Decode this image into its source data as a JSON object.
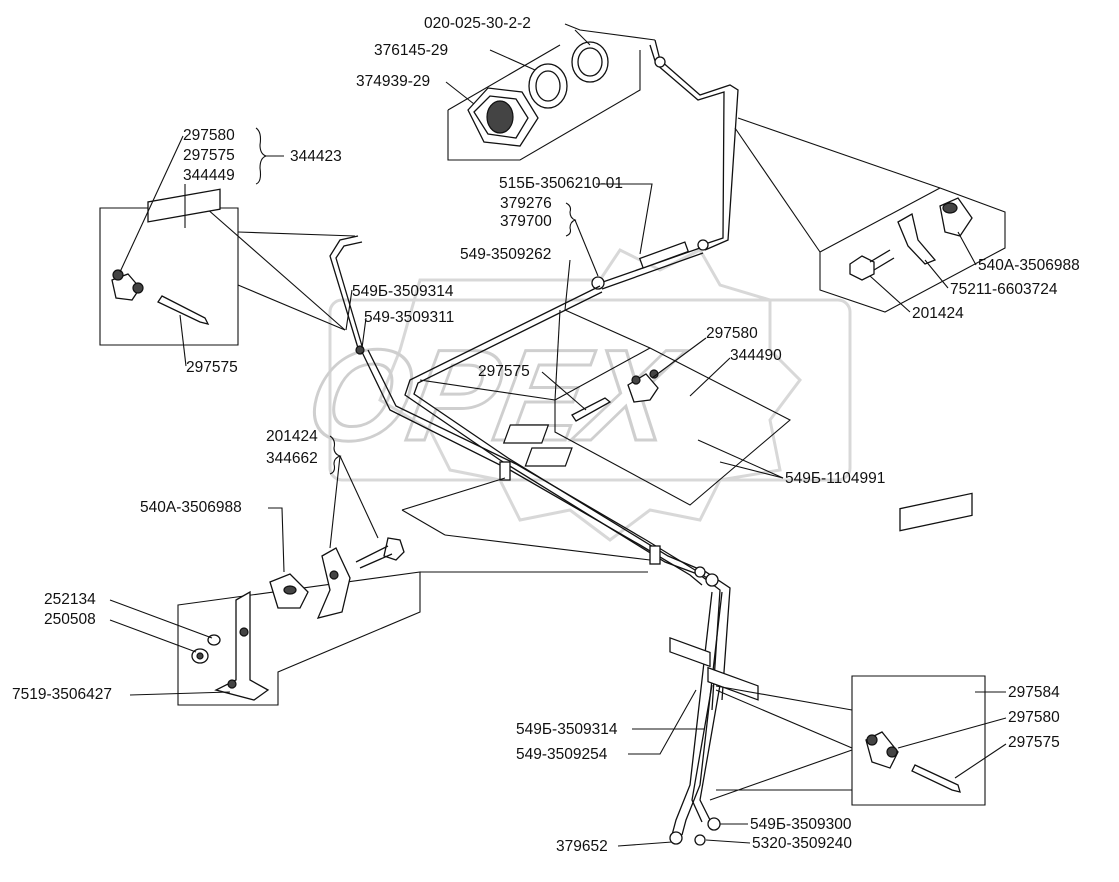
{
  "watermark": "OPEX",
  "labels": {
    "l_020_025": "020-025-30-2-2",
    "l_376145": "376145-29",
    "l_374939": "374939-29",
    "l_297580_a": "297580",
    "l_297575_a": "297575",
    "l_344423": "344423",
    "l_344449": "344449",
    "l_515b": "515Б-3506210-01",
    "l_379276": "379276",
    "l_379700": "379700",
    "l_549_262": "549-3509262",
    "l_549b_314_a": "549Б-3509314",
    "l_549_311": "549-3509311",
    "l_297575_b": "297575",
    "l_540a_a": "540А-3506988",
    "l_75211": "75211-6603724",
    "l_201424_a": "201424",
    "l_297580_b": "297580",
    "l_344490": "344490",
    "l_297575_c": "297575",
    "l_549b_1104991": "549Б-1104991",
    "l_201424_b": "201424",
    "l_344662": "344662",
    "l_540a_b": "540А-3506988",
    "l_252134": "252134",
    "l_250508": "250508",
    "l_7519": "7519-3506427",
    "l_297584": "297584",
    "l_297580_c": "297580",
    "l_297575_d": "297575",
    "l_549b_314_b": "549Б-3509314",
    "l_549_254": "549-3509254",
    "l_549b_300": "549Б-3509300",
    "l_5320": "5320-3509240",
    "l_379652": "379652"
  }
}
